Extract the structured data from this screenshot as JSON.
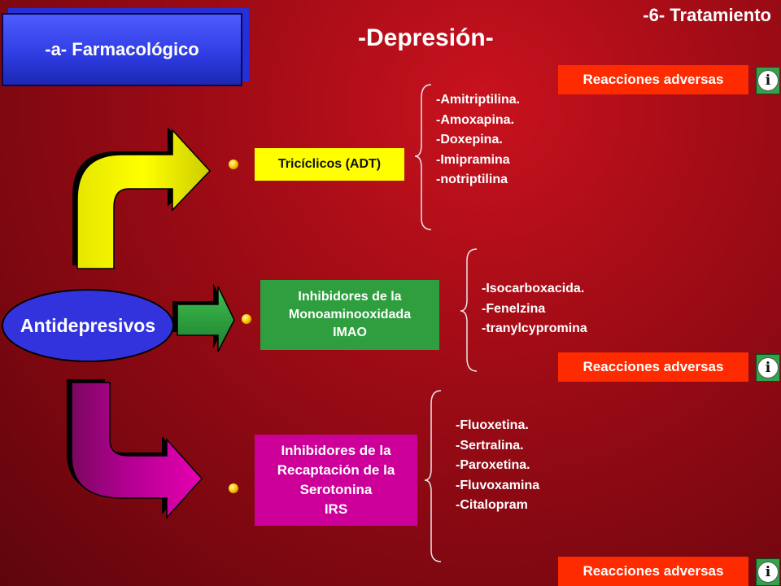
{
  "header": {
    "section_label": "-6- Tratamiento",
    "title": "-Depresión-"
  },
  "subsection": {
    "label": "-a- Farmacológico"
  },
  "center_node": {
    "label": "Antidepresivos"
  },
  "groups": [
    {
      "category_lines": [
        "Tricíclicos (ADT)"
      ],
      "color": "#ffff00",
      "drugs": [
        "-Amitriptilina.",
        "-Amoxapina.",
        "-Doxepina.",
        "-Imipramina",
        "-notriptilina"
      ],
      "adverse_label": "Reacciones adversas"
    },
    {
      "category_lines": [
        "Inhibidores de la",
        "Monoaminooxidada",
        "IMAO"
      ],
      "color": "#2e9e3e",
      "drugs": [
        "-Isocarboxacida.",
        "-Fenelzina",
        "-tranylcypromina"
      ],
      "adverse_label": "Reacciones adversas"
    },
    {
      "category_lines": [
        "Inhibidores de la",
        "Recaptación de la",
        "Serotonina",
        "IRS"
      ],
      "color": "#cc0099",
      "drugs": [
        "-Fluoxetina.",
        "-Sertralina.",
        "-Paroxetina.",
        "-Fluvoxamina",
        "-Citalopram"
      ],
      "adverse_label": "Reacciones adversas"
    }
  ],
  "info_icon_glyph": "i",
  "colors": {
    "background": "#a30c16",
    "accent_button": "#ff2b00",
    "info_button": "#33a34a",
    "center_node": "#3333dd"
  }
}
